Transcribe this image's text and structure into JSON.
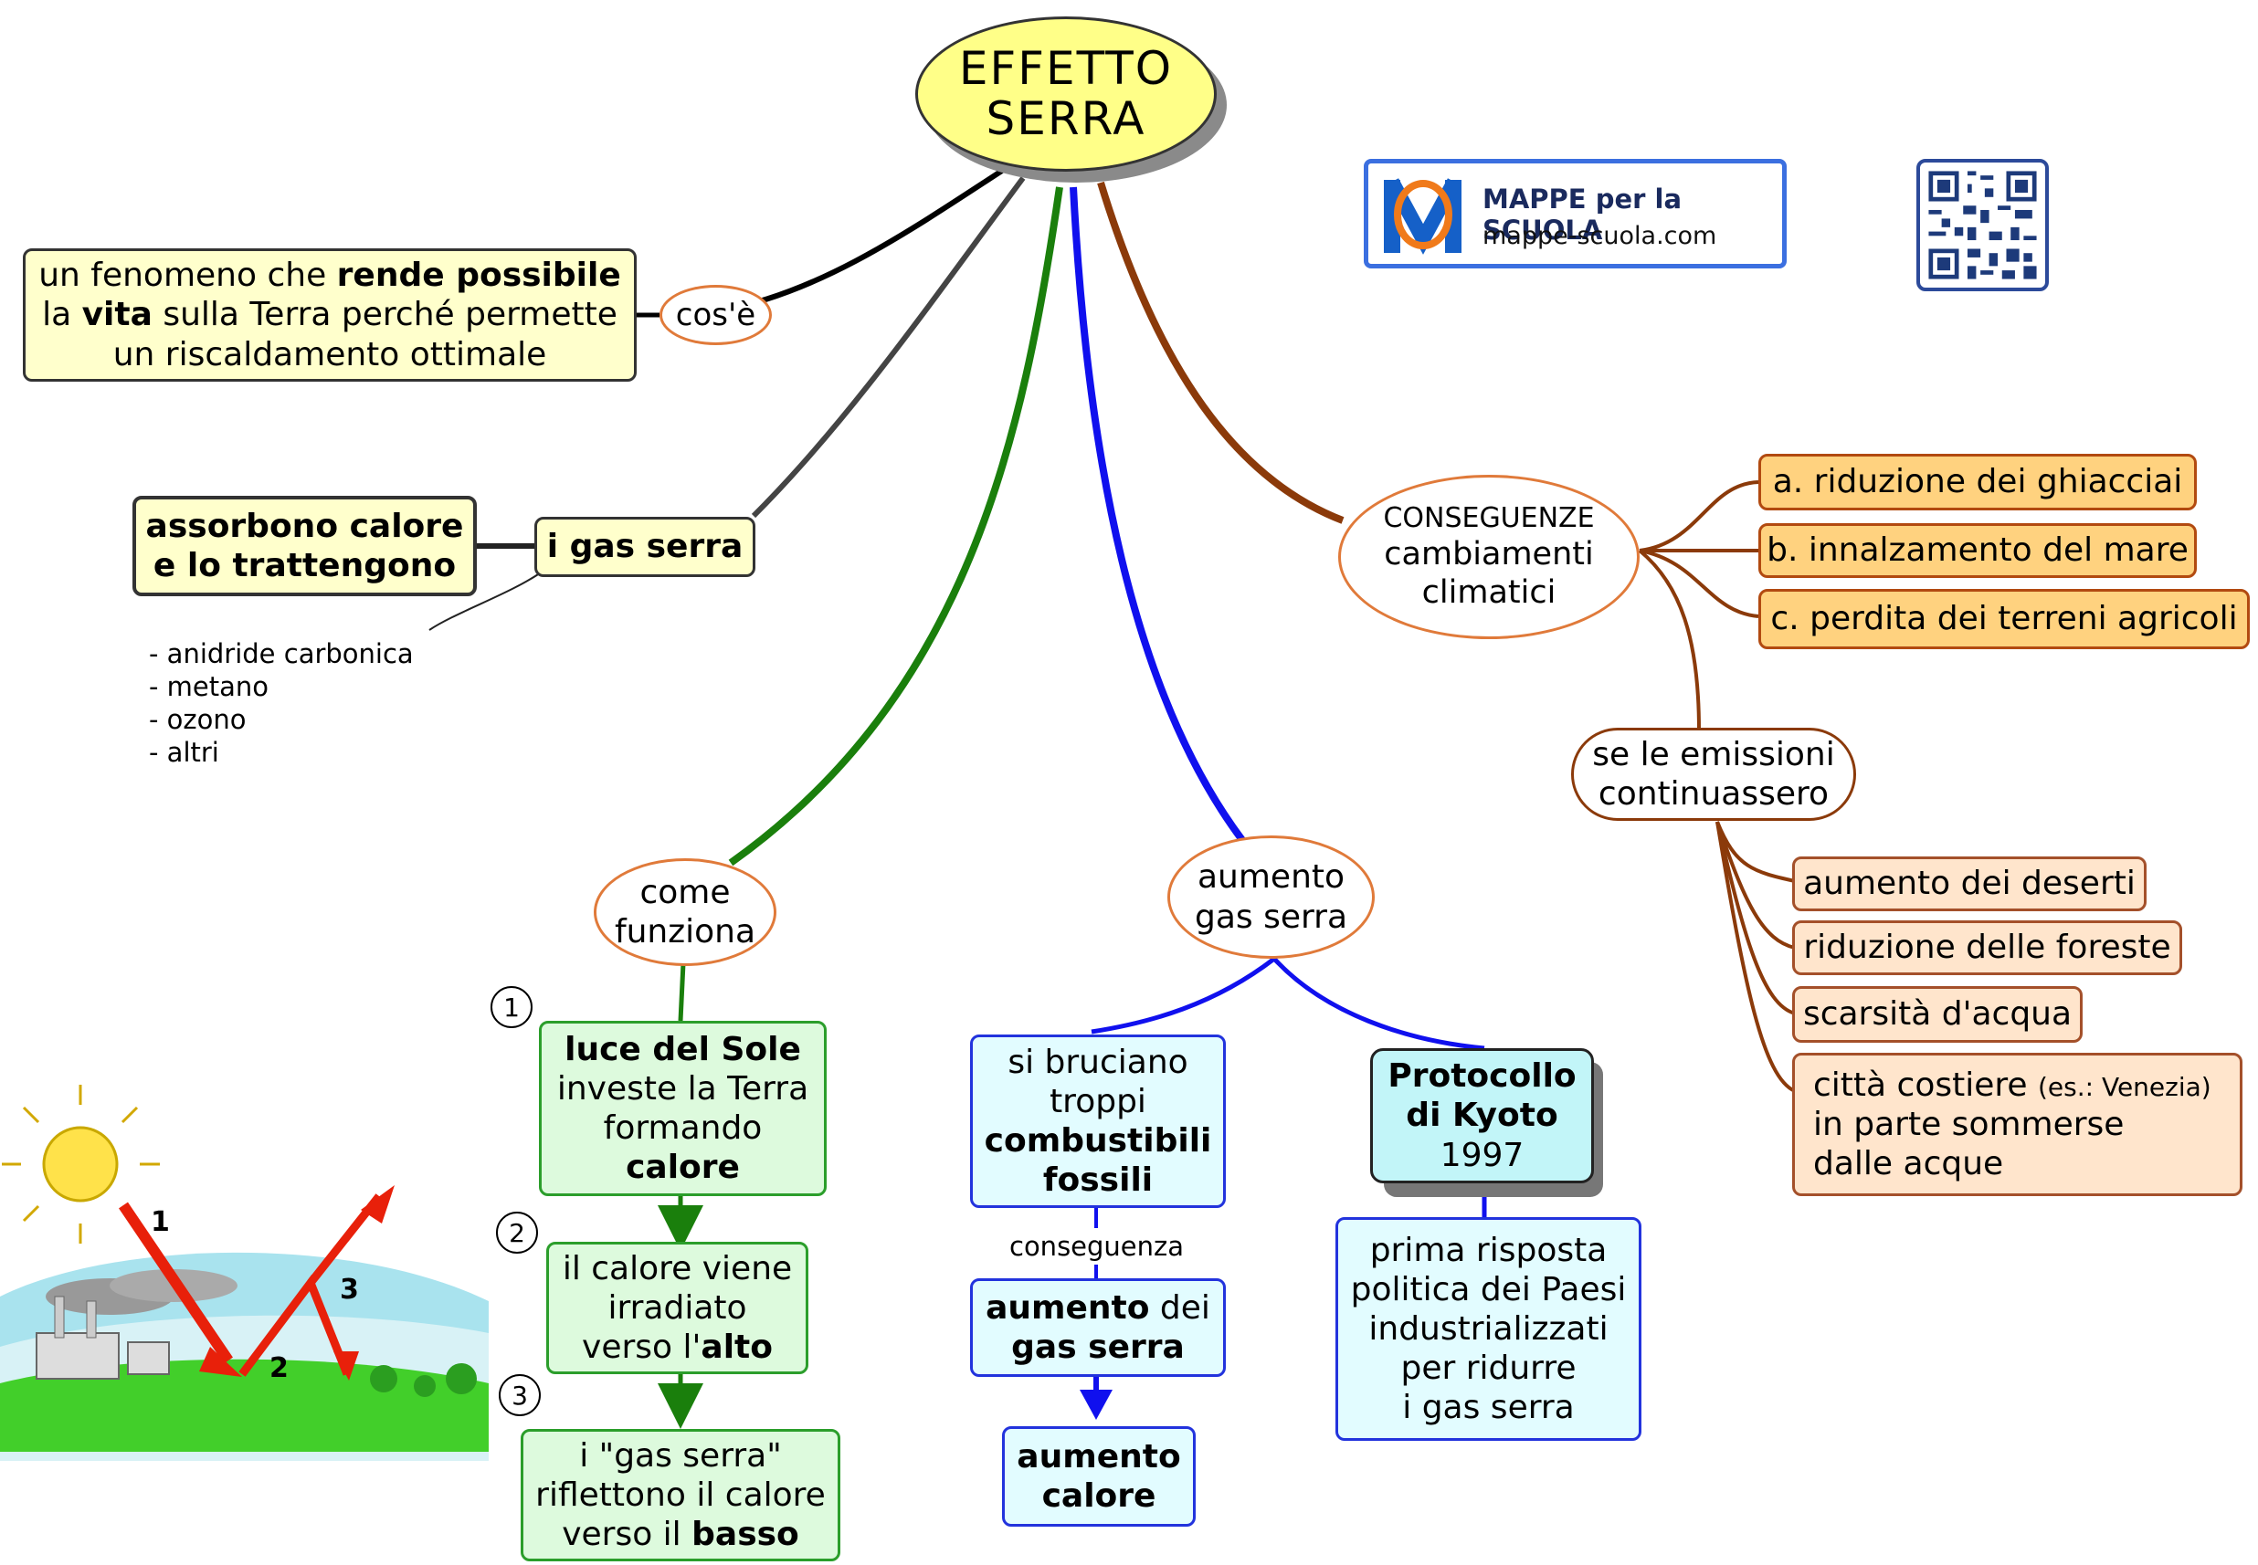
{
  "title": {
    "line1": "EFFETTO",
    "line2": "SERRA"
  },
  "logo": {
    "brand": "MAPPE per la SCUOLA",
    "url": "mappe-scuola.com"
  },
  "cose": {
    "label": "cos'è",
    "desc": {
      "t1": "un fenomeno che ",
      "b1": "rende possibile",
      "t2": "la ",
      "b2": "vita",
      "t3": " sulla Terra perché permette",
      "t4": "un riscaldamento ottimale"
    }
  },
  "gas": {
    "label": "i gas serra",
    "desc": {
      "l1": "assorbono calore",
      "l2": "e lo trattengono"
    },
    "list": [
      "- anidride carbonica",
      "- metano",
      "- ozono",
      "- altri"
    ]
  },
  "conseguenze": {
    "title": "CONSEGUENZE",
    "sub1": "cambiamenti",
    "sub2": "climatici",
    "items": [
      "a. riduzione dei ghiacciai",
      "b. innalzamento del mare",
      "c. perdita dei terreni agricoli"
    ],
    "emissioni": {
      "l1": "se le emissioni",
      "l2": "continuassero"
    },
    "future": {
      "deserti": "aumento dei deserti",
      "foreste": "riduzione delle foreste",
      "acqua": "scarsità d'acqua",
      "citta1": "città costiere ",
      "citta_es": "(es.: Venezia)",
      "citta2": "in parte sommerse",
      "citta3": "dalle acque"
    }
  },
  "funziona": {
    "label1": "come",
    "label2": "funziona",
    "numbers": [
      "1",
      "2",
      "3"
    ],
    "step1": {
      "b1": "luce del Sole",
      "t1": "investe la Terra",
      "t2": "formando",
      "b2": "calore"
    },
    "step2": {
      "t1": "il calore viene",
      "t2": "irradiato",
      "t3": "verso l'",
      "b1": "alto"
    },
    "step3": {
      "t1": "i \"gas serra\"",
      "t2": "riflettono il calore",
      "t3": "verso il ",
      "b1": "basso"
    },
    "illus_labels": [
      "1",
      "2",
      "3"
    ]
  },
  "aumento": {
    "label1": "aumento",
    "label2": "gas serra",
    "brucia": {
      "t1": "si bruciano",
      "t2": "troppi",
      "b1": "combustibili",
      "b2": "fossili"
    },
    "link": "conseguenza",
    "aumgas": {
      "b1": "aumento",
      "t1": " dei",
      "b2": "gas serra"
    },
    "calore": {
      "l1": "aumento",
      "l2": "calore"
    },
    "kyoto": {
      "l1": "Protocollo",
      "l2": "di Kyoto",
      "year": "1997"
    },
    "risposta": [
      "prima risposta",
      "politica dei Paesi",
      "industrializzati",
      "per ridurre",
      "i gas serra"
    ]
  },
  "colors": {
    "black": "#000000",
    "grey": "#444444",
    "green": "#1a7f0c",
    "blue": "#1010ee",
    "brown": "#8b3a0a",
    "title_fill": "#ffff88"
  }
}
